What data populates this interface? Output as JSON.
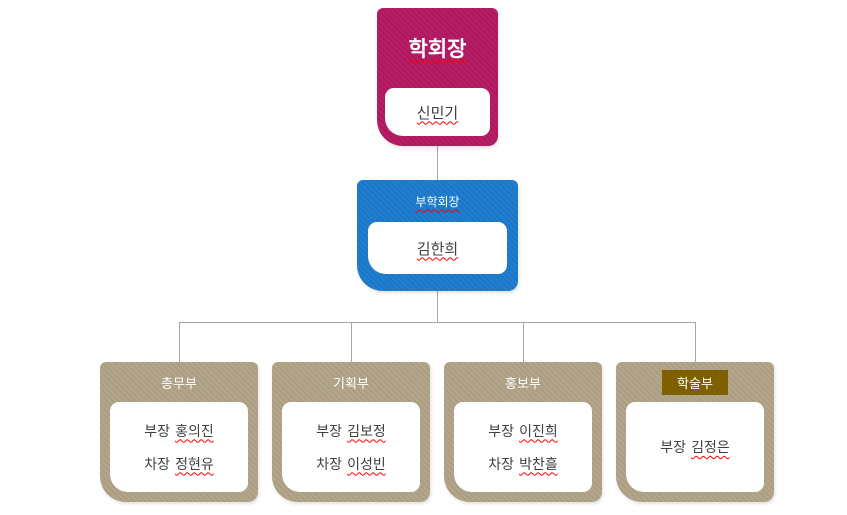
{
  "org_chart": {
    "president": {
      "title": "학회장",
      "name": "신민기",
      "color": "#b2155e"
    },
    "vice_president": {
      "title": "부학회장",
      "name": "김한희",
      "color": "#1879cc"
    },
    "department_color": "#b0a184",
    "title_highlight_color": "#7f6000",
    "connector_color": "#a6a6a6",
    "spellcheck_color": "#ff0000",
    "departments": [
      {
        "title": "총무부",
        "highlighted": false,
        "members": [
          {
            "role": "부장",
            "name": "홍의진"
          },
          {
            "role": "차장",
            "name": "정현유"
          }
        ]
      },
      {
        "title": "기획부",
        "highlighted": false,
        "members": [
          {
            "role": "부장",
            "name": "김보정"
          },
          {
            "role": "차장",
            "name": "이성빈"
          }
        ]
      },
      {
        "title": "홍보부",
        "highlighted": false,
        "members": [
          {
            "role": "부장",
            "name": "이진희"
          },
          {
            "role": "차장",
            "name": "박찬흘"
          }
        ]
      },
      {
        "title": "학술부",
        "highlighted": true,
        "members": [
          {
            "role": "부장",
            "name": "김정은"
          }
        ]
      }
    ]
  }
}
